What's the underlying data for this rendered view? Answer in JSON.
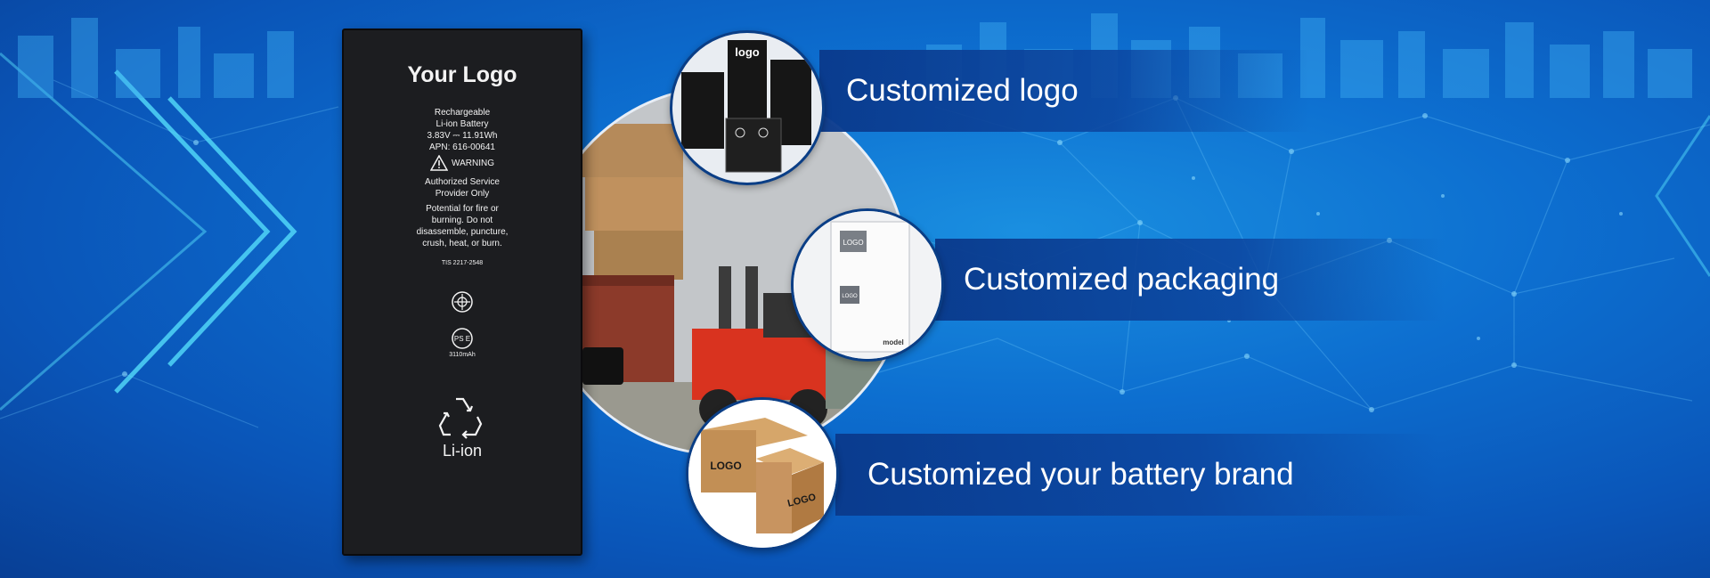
{
  "battery": {
    "logo": "Your Logo",
    "spec_lines": [
      "Rechargeable",
      "Li-ion Battery",
      "3.83V ⎓ 11.91Wh",
      "APN: 616-00641"
    ],
    "warning": "WARNING",
    "authorized_lines": [
      "Authorized Service",
      "Provider Only"
    ],
    "fire_lines": [
      "Potential for fire or",
      "burning. Do not",
      "disassemble, puncture,",
      "crush, heat, or burn."
    ],
    "tis": "TIS 2217-2548",
    "pse": "PS E",
    "capacity": "3110mAh",
    "chemistry": "Li-ion"
  },
  "thumbnails": {
    "logo_sample": "logo",
    "packaging_logo_1": "LOGO",
    "packaging_logo_2": "LOGO",
    "packaging_model": "model",
    "box_logo_1": "LOGO",
    "box_logo_2": "LOGO"
  },
  "features": [
    {
      "label": "Customized logo"
    },
    {
      "label": "Customized packaging"
    },
    {
      "label": "Customized your battery brand"
    }
  ],
  "colors": {
    "background": "#0d6fd0",
    "band": "#0a3a8c",
    "battery": "#1c1d20"
  }
}
